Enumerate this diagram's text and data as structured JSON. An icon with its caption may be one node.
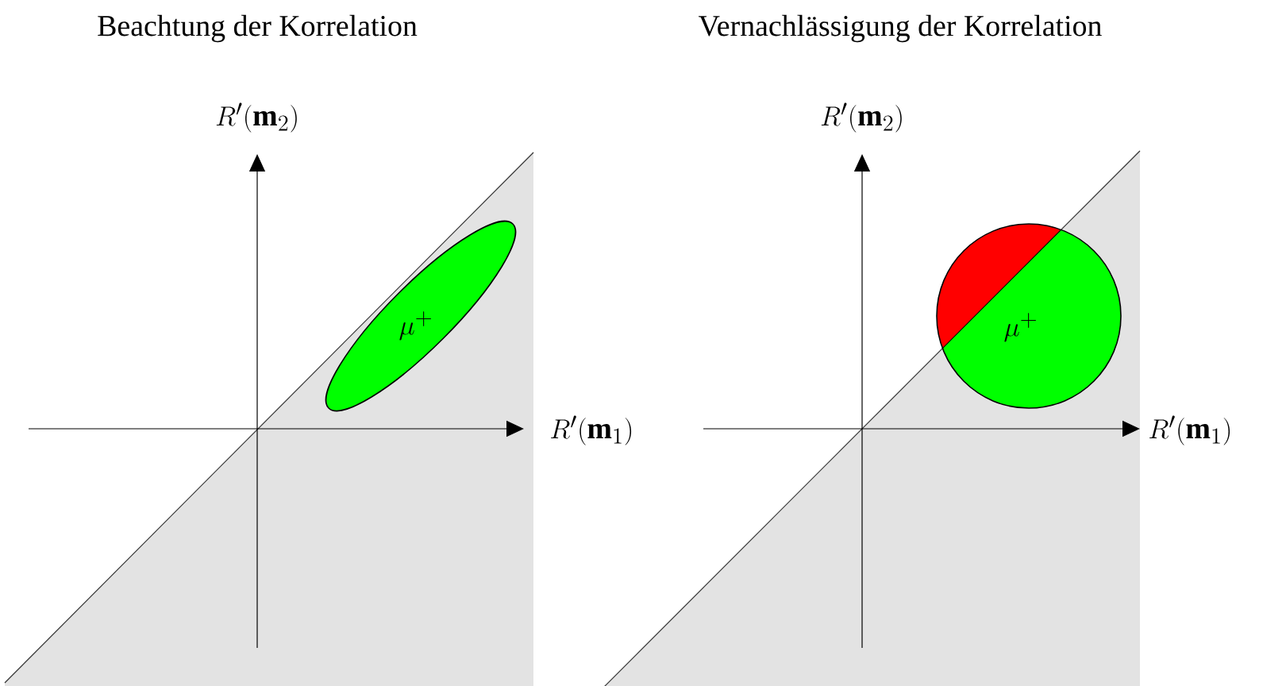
{
  "diagram": {
    "nodes": [
      {
        "text": [
          "\\mu^{+}"
        ]
      },
      {
        "text": [
          "\\mu^{+}"
        ]
      }
    ],
    "labels": [
      "Beachtung der Korrelation",
      "Vernachlässigung der Korrelation",
      "R'(\\mathbf{m}_2)",
      "R'(\\mathbf{m}_1)",
      "R'(\\mathbf{m}_2)",
      "R'(\\mathbf{m}_1)"
    ]
  }
}
